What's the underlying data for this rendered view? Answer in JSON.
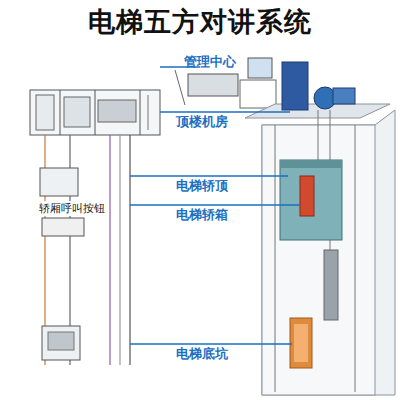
{
  "diagram": {
    "title": "电梯五方对讲系统",
    "labels": [
      "管理中心",
      "顶楼机房",
      "电梯轿顶",
      "轿厢呼叫按钮",
      "电梯轿箱",
      "电梯底坑"
    ]
  }
}
